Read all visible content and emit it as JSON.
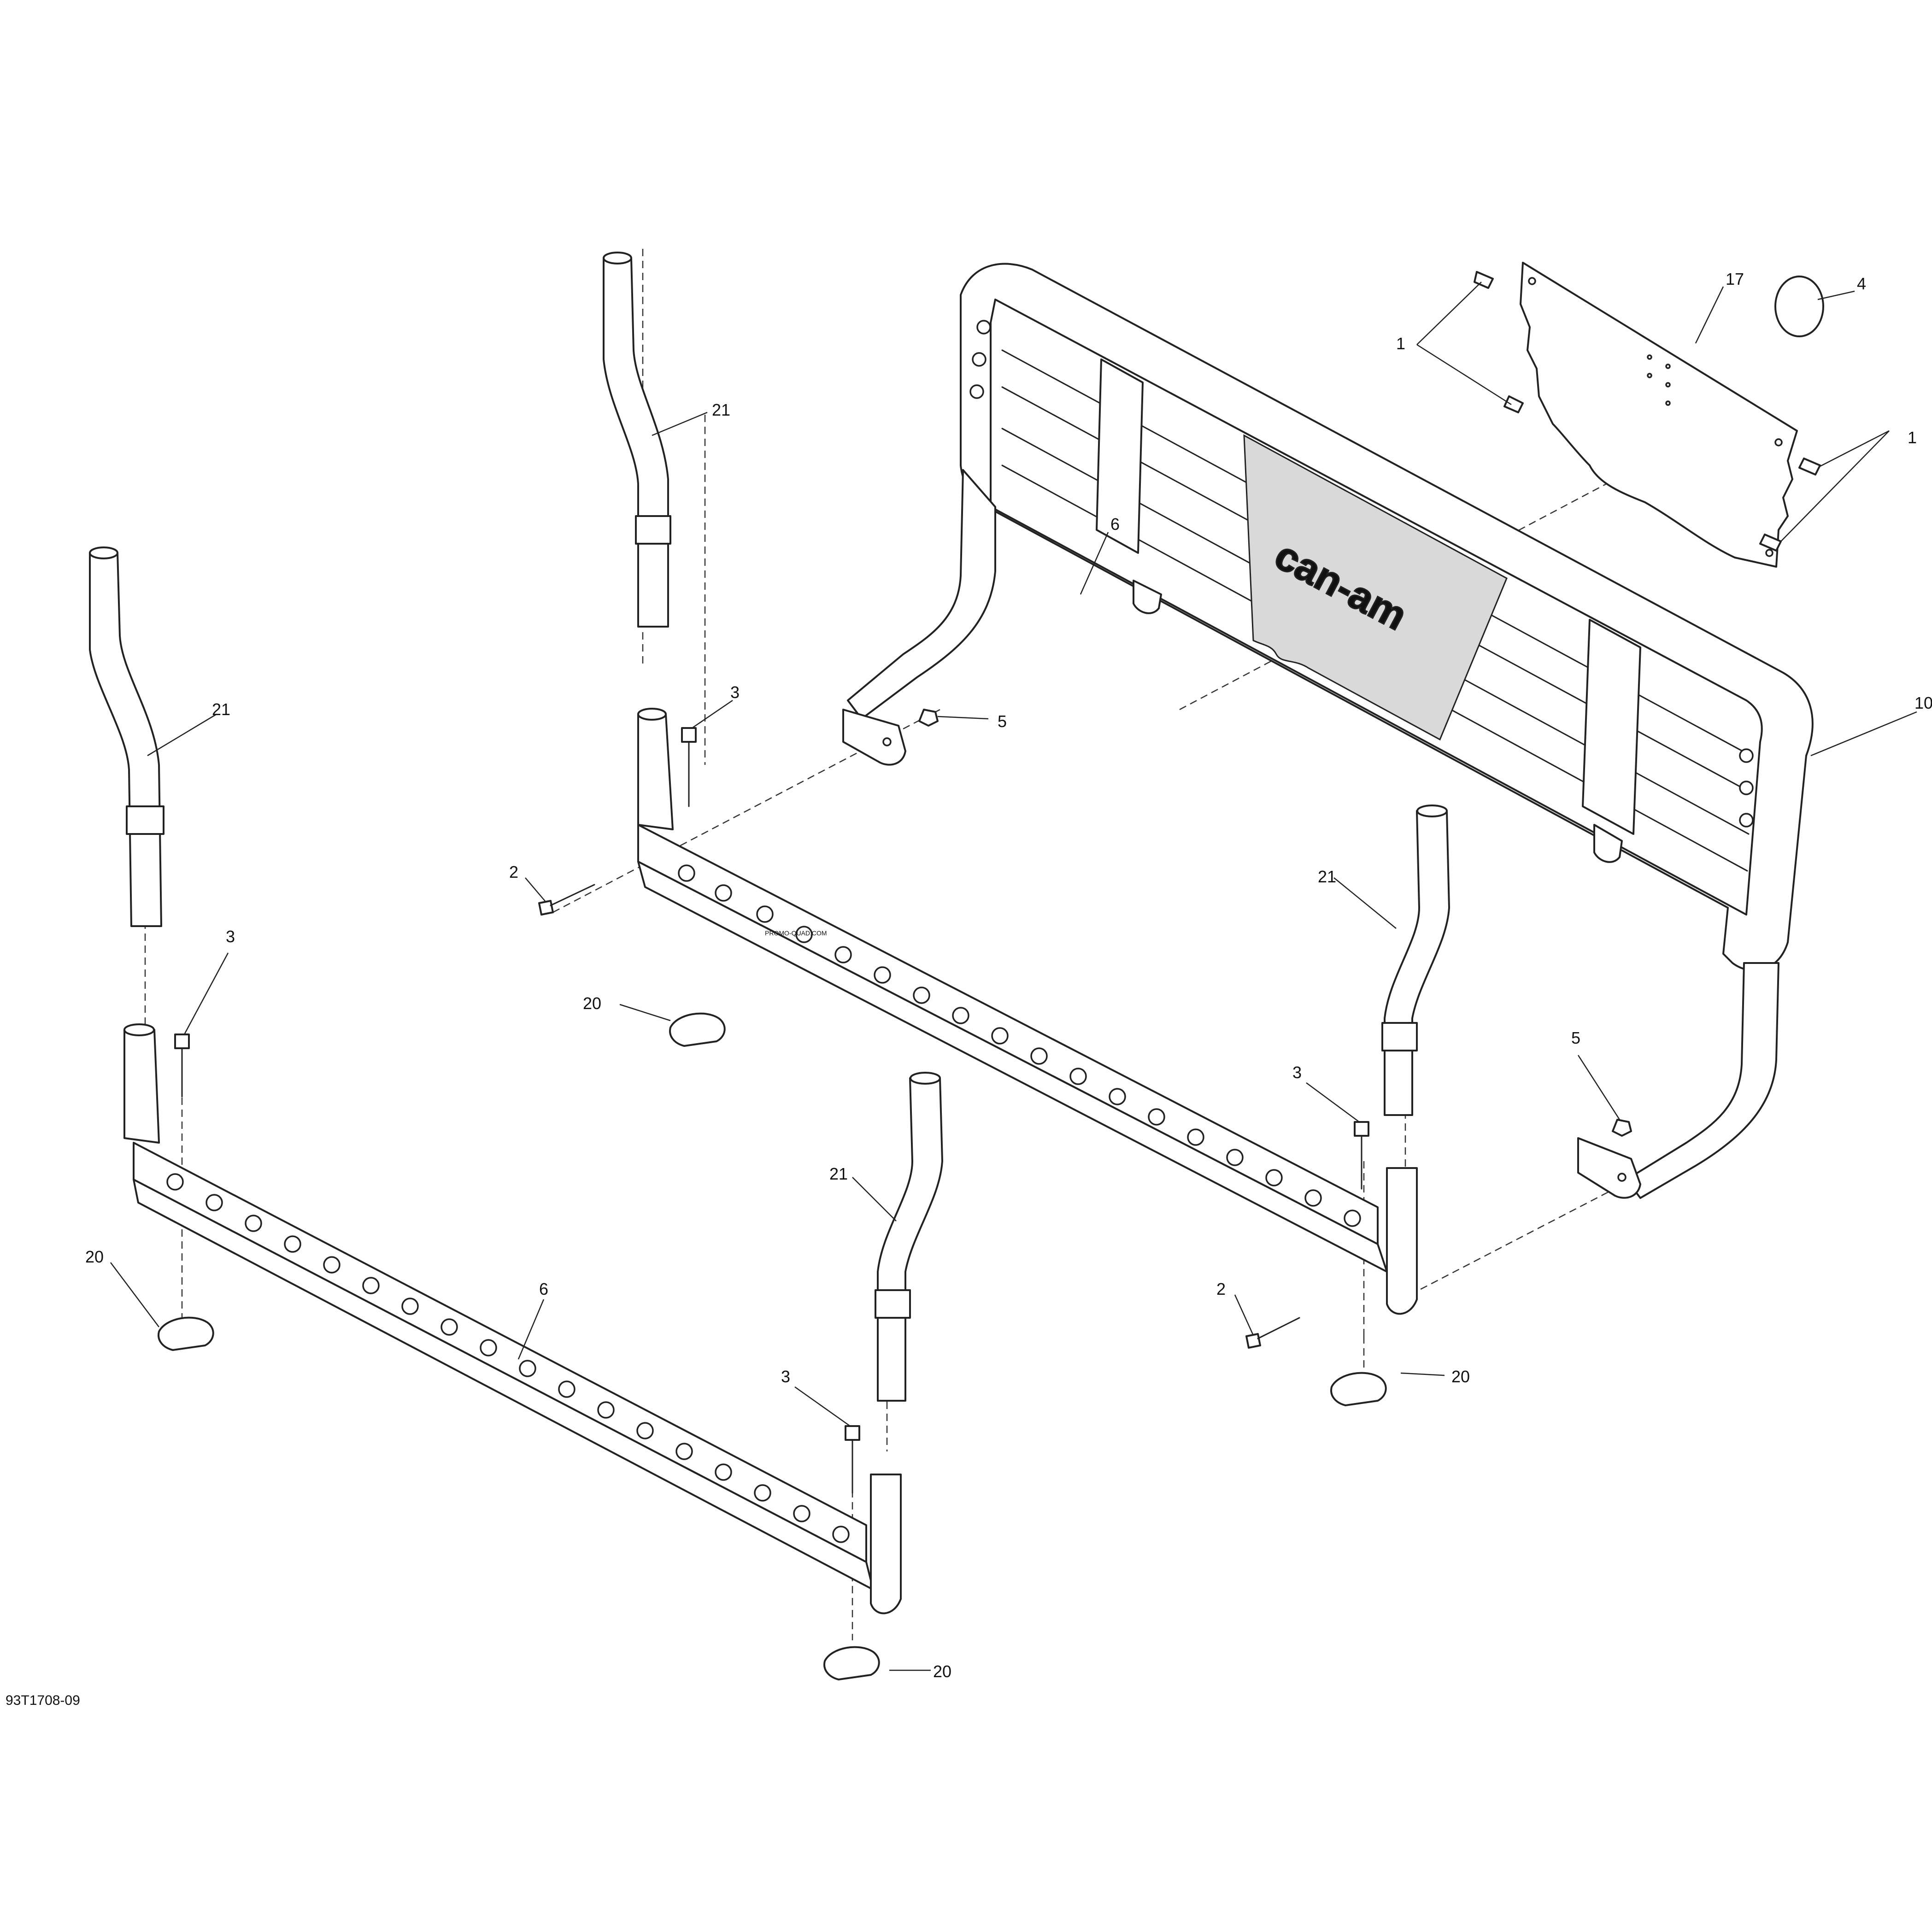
{
  "callouts": {
    "c1a": "1",
    "c1b": "1",
    "c2a": "2",
    "c2b": "2",
    "c3a": "3",
    "c3b": "3",
    "c3c": "3",
    "c3d": "3",
    "c4": "4",
    "c5a": "5",
    "c5b": "5",
    "c6a": "6",
    "c6b": "6",
    "c10": "10",
    "c17": "17",
    "c20a": "20",
    "c20b": "20",
    "c20c": "20",
    "c20d": "20",
    "c21a": "21",
    "c21b": "21",
    "c21c": "21",
    "c21d": "21"
  },
  "drawing_number": "93T1708-09",
  "logo_text": "can-am",
  "watermark": "PROMO-QUAD.COM"
}
